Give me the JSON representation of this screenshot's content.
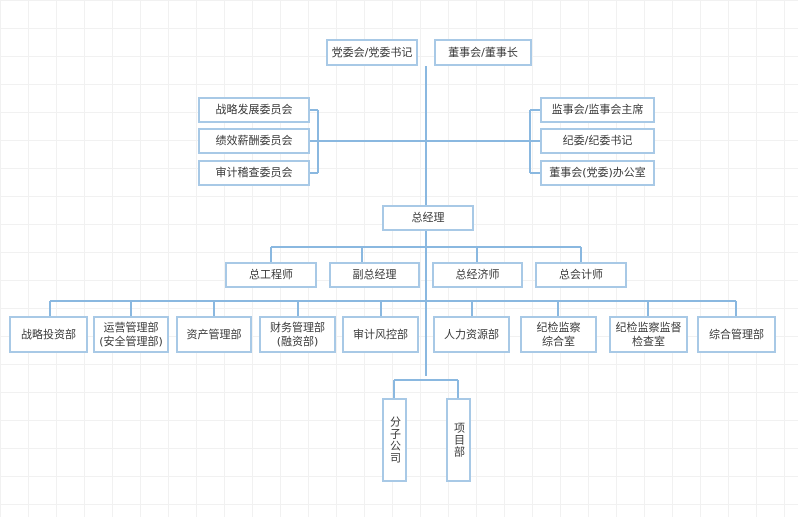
{
  "nodes": {
    "party_committee": "党委会/党委书记",
    "board": "董事会/董事长",
    "strategy_committee": "战略发展委员会",
    "compensation_committee": "绩效薪酬委员会",
    "audit_committee": "审计稽查委员会",
    "supervisory_board": "监事会/监事会主席",
    "discipline_committee": "纪委/纪委书记",
    "board_office": "董事会(党委)办公室",
    "general_manager": "总经理",
    "chief_engineer": "总工程师",
    "deputy_gm": "副总经理",
    "chief_economist": "总经济师",
    "chief_accountant": "总会计师",
    "dept_strategy_invest": "战略投资部",
    "dept_operations": "运营管理部\n(安全管理部)",
    "dept_assets": "资产管理部",
    "dept_finance": "财务管理部\n(融资部)",
    "dept_audit_risk": "审计风控部",
    "dept_hr": "人力资源部",
    "dept_discipline": "纪检监察\n综合室",
    "dept_inspection": "纪检监察监督\n检查室",
    "dept_general": "综合管理部",
    "subsidiaries": "分子公司",
    "project_dept": "项目部"
  },
  "colors": {
    "line": "#8ab8e0",
    "border": "#a8c9e6",
    "text": "#3a3a3a"
  }
}
